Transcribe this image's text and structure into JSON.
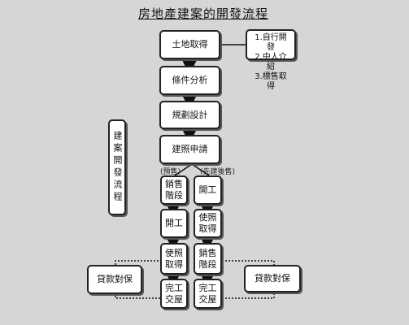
{
  "title": "房地產建案的開發流程",
  "side_label": "建案開發流程",
  "steps": {
    "land": "土地取得",
    "analysis": "條件分析",
    "planning": "規劃設計",
    "permit": "建照申請"
  },
  "land_methods": [
    "1.自行開發",
    "2.中人介紹",
    "3.標售取得"
  ],
  "branches": {
    "presale": {
      "label": "(預售)",
      "steps": [
        [
          "銷售",
          "階段"
        ],
        [
          "開工"
        ],
        [
          "使照",
          "取得"
        ],
        [
          "完工",
          "交屋"
        ]
      ]
    },
    "build_first": {
      "label": "(先建後售)",
      "steps": [
        [
          "開工"
        ],
        [
          "使照",
          "取得"
        ],
        [
          "銷售",
          "階段"
        ],
        [
          "完工",
          "交屋"
        ]
      ]
    }
  },
  "loan_left": "貸款對保",
  "loan_right": "貸款對保"
}
